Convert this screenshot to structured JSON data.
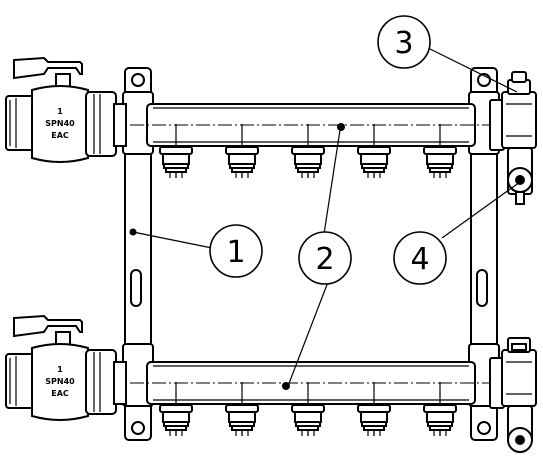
{
  "callouts": [
    {
      "id": "1",
      "label": "1"
    },
    {
      "id": "2",
      "label": "2"
    },
    {
      "id": "3",
      "label": "3"
    },
    {
      "id": "4",
      "label": "4"
    }
  ],
  "valve_marking": {
    "number": "1",
    "pressure": "SPN40",
    "certification": "EAC"
  },
  "outlets_per_rail": 5
}
